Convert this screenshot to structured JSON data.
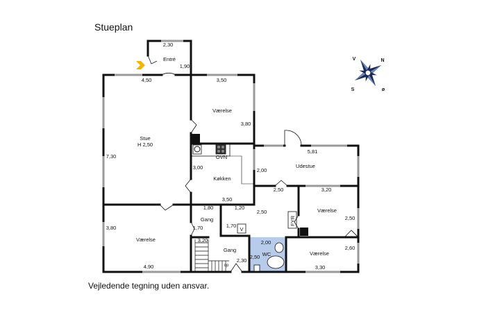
{
  "title": "Stueplan",
  "disclaimer": "Vejledende tegning uden ansvar.",
  "rooms": {
    "entre": "Entré",
    "stue": "Stue",
    "stue_height": "H  2,50",
    "vaerelse_top": "Værelse",
    "kokken": "Køkken",
    "ovn": "OVN",
    "udestue": "Udestue",
    "vaerelse_right": "Værelse",
    "fyr": "FYR",
    "gang_left": "Gang",
    "gang_right": "Gang",
    "wc": "WC",
    "vaerelse_bl": "Værelse",
    "vaerelse_br": "Værelse",
    "v": "V",
    "op": "op"
  },
  "dimensions": {
    "entre_w": "2,30",
    "entre_h": "1,90",
    "stue_top": "4,50",
    "vaer_top": "3,50",
    "vaer_h": "3,80",
    "stue_h": "7,30",
    "kok_h": "3,00",
    "kok_w": "3,50",
    "udestue_w": "5,81",
    "udestue_h": "2,00",
    "d250a": "2,50",
    "d320": "3,20",
    "d180": "1,80",
    "d120": "1,20",
    "d250b": "2,50",
    "d250c": "2,50",
    "bl_h": "3,80",
    "d170a": "1,70",
    "d170b": "1,70",
    "d320b": "3,20",
    "d200": "2,00",
    "d250wc": "2,50",
    "d230": "2,30",
    "d260": "2,60",
    "d490": "4,90",
    "d330": "3,30"
  },
  "compass": {
    "n": "N",
    "v": "V",
    "s": "S",
    "o": "ø"
  },
  "colors": {
    "wall": "#111111",
    "wc_fill": "#b7cbea",
    "entry_arrow": "#f2b400",
    "window": "#9a9a9a"
  }
}
